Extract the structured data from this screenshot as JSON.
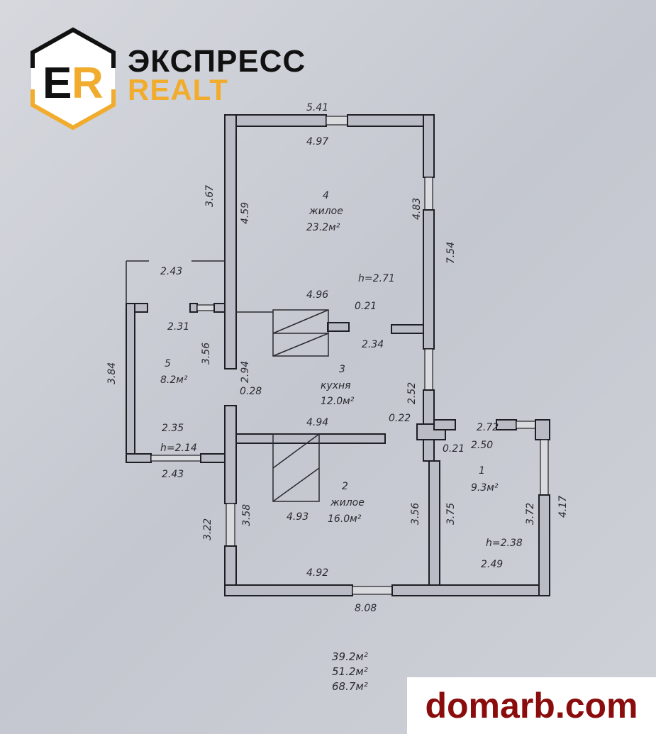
{
  "logo": {
    "mark": "ER",
    "line1": "ЭКСПРЕСС",
    "line2": "REALT",
    "colors": {
      "orange": "#f1ac2d",
      "black": "#111111"
    }
  },
  "rooms": [
    {
      "number": "4",
      "type": "жилое",
      "area": "23.2м²"
    },
    {
      "number": "3",
      "type": "кухня",
      "area": "12.0м²"
    },
    {
      "number": "5",
      "type": "",
      "area": "8.2м²"
    },
    {
      "number": "2",
      "type": "жилое",
      "area": "16.0м²"
    },
    {
      "number": "1",
      "type": "",
      "area": "9.3м²"
    }
  ],
  "heights": {
    "h4": "h=2.71",
    "h5": "h=2.14",
    "h1": "h=2.38"
  },
  "dims": {
    "top_outer": "5.41",
    "top_inner": "4.97",
    "left_outer": "3.67",
    "left_inner": "4.59",
    "right_inner": "4.83",
    "right_outer": "7.54",
    "kitchen_top": "4.96",
    "stove": "0.21",
    "kitchen_right": "2.34",
    "kitchen_left": "2.94",
    "kitchen_right_lower": "2.52",
    "porch_top": "2.43",
    "r5_top": "2.31",
    "r5_right": "3.56",
    "r5_left": "3.84",
    "r5_bottom_inner": "2.35",
    "r5_bottom_outer": "2.43",
    "door": "0.28",
    "r2_top": "4.94",
    "wall_022": "0.22",
    "wall_021": "0.21",
    "r1_top_outer": "2.72",
    "r1_top_inner": "2.50",
    "r2_left_outer": "3.22",
    "r2_left_inner": "3.58",
    "r2_bottom_inner": "4.93",
    "r2_right": "3.56",
    "r1_left": "3.75",
    "r1_right_inner": "3.72",
    "r1_right_outer": "4.17",
    "r1_bottom": "2.49",
    "r2_bottom": "4.92",
    "bottom_outer": "8.08"
  },
  "totals": [
    "39.2м²",
    "51.2м²",
    "68.7м²"
  ],
  "watermark": "domarb.com"
}
